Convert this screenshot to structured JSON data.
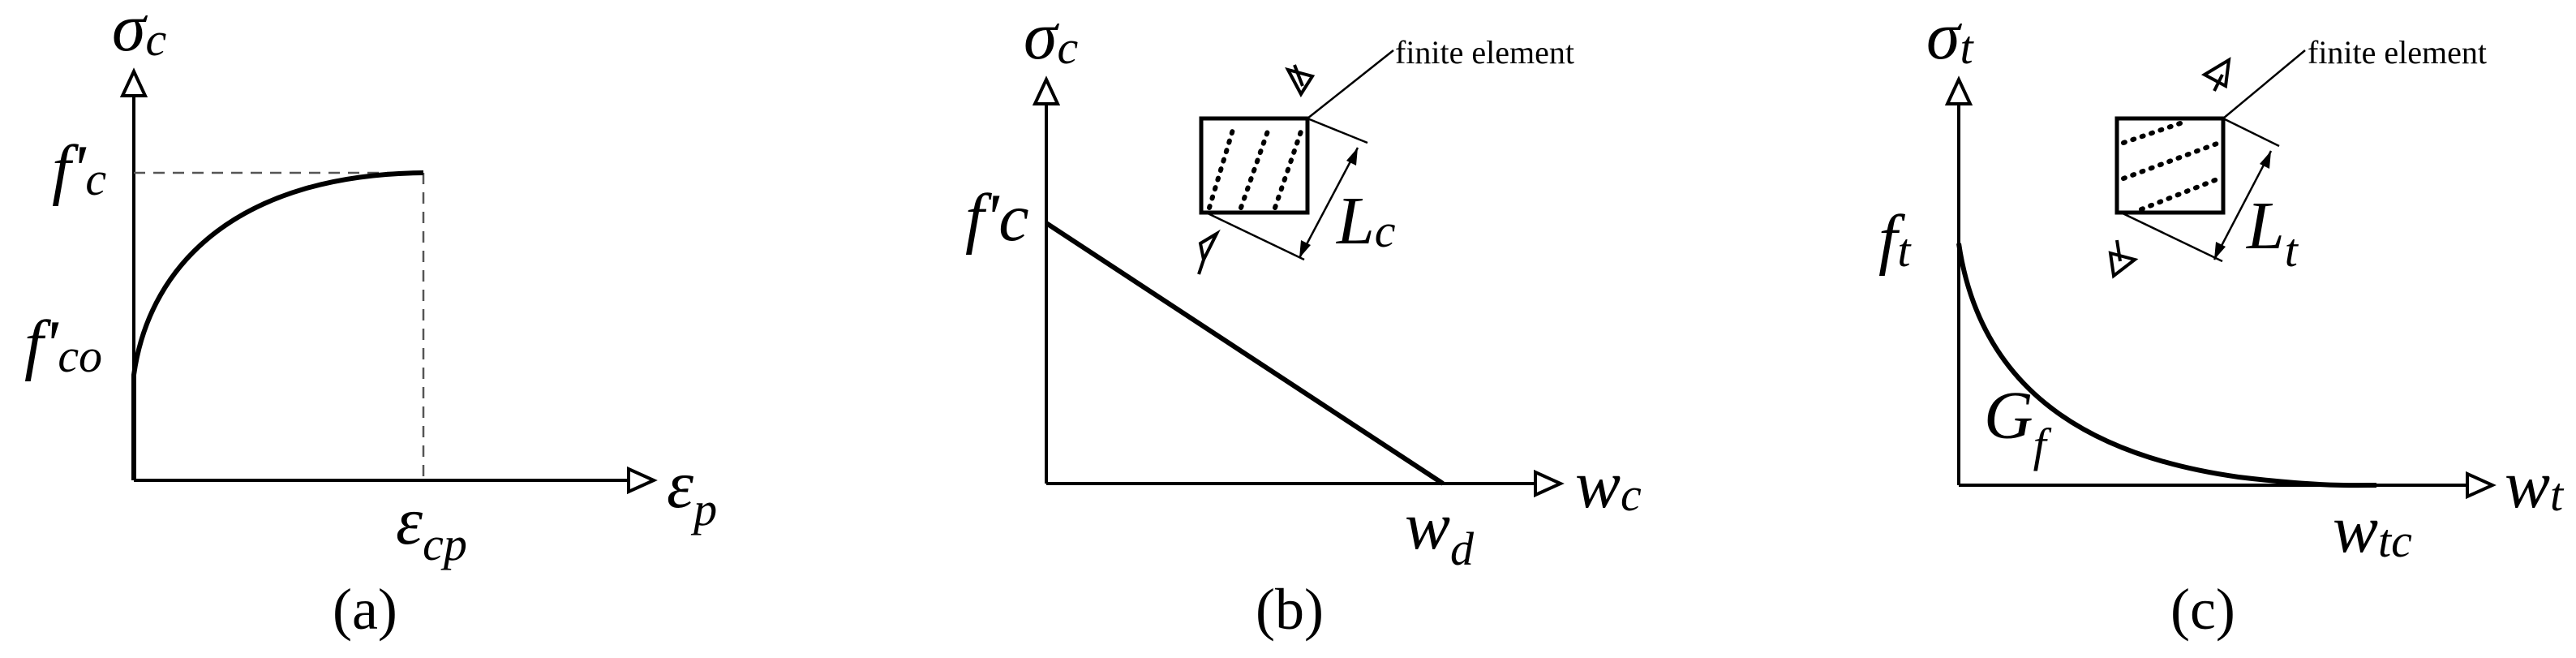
{
  "panels": {
    "a": {
      "caption": "(a)",
      "y_axis": {
        "symbol": "σ",
        "sub": "c"
      },
      "x_axis": {
        "symbol": "ε",
        "sub": "p"
      },
      "label_fc": {
        "main": "f'",
        "sub": "c"
      },
      "label_fco": {
        "main": "f'",
        "sub": "co"
      },
      "label_ecp": {
        "main": "ε",
        "sub": "cp"
      }
    },
    "b": {
      "caption": "(b)",
      "y_axis": {
        "symbol": "σ",
        "sub": "c"
      },
      "x_axis": {
        "symbol": "w",
        "sub": "c"
      },
      "label_fc": {
        "main": "f'c"
      },
      "label_wd": {
        "main": "w",
        "sub": "d"
      },
      "element_label": "finite element",
      "length_label": {
        "main": "L",
        "sub": "c"
      }
    },
    "c": {
      "caption": "(c)",
      "y_axis": {
        "symbol": "σ",
        "sub": "t"
      },
      "x_axis": {
        "symbol": "w",
        "sub": "t"
      },
      "label_ft": {
        "main": "f",
        "sub": "t"
      },
      "label_wtc": {
        "main": "w",
        "sub": "tc"
      },
      "label_gf": {
        "main": "G",
        "sub": "f"
      },
      "element_label": "finite element",
      "length_label": {
        "main": "L",
        "sub": "t"
      }
    }
  }
}
